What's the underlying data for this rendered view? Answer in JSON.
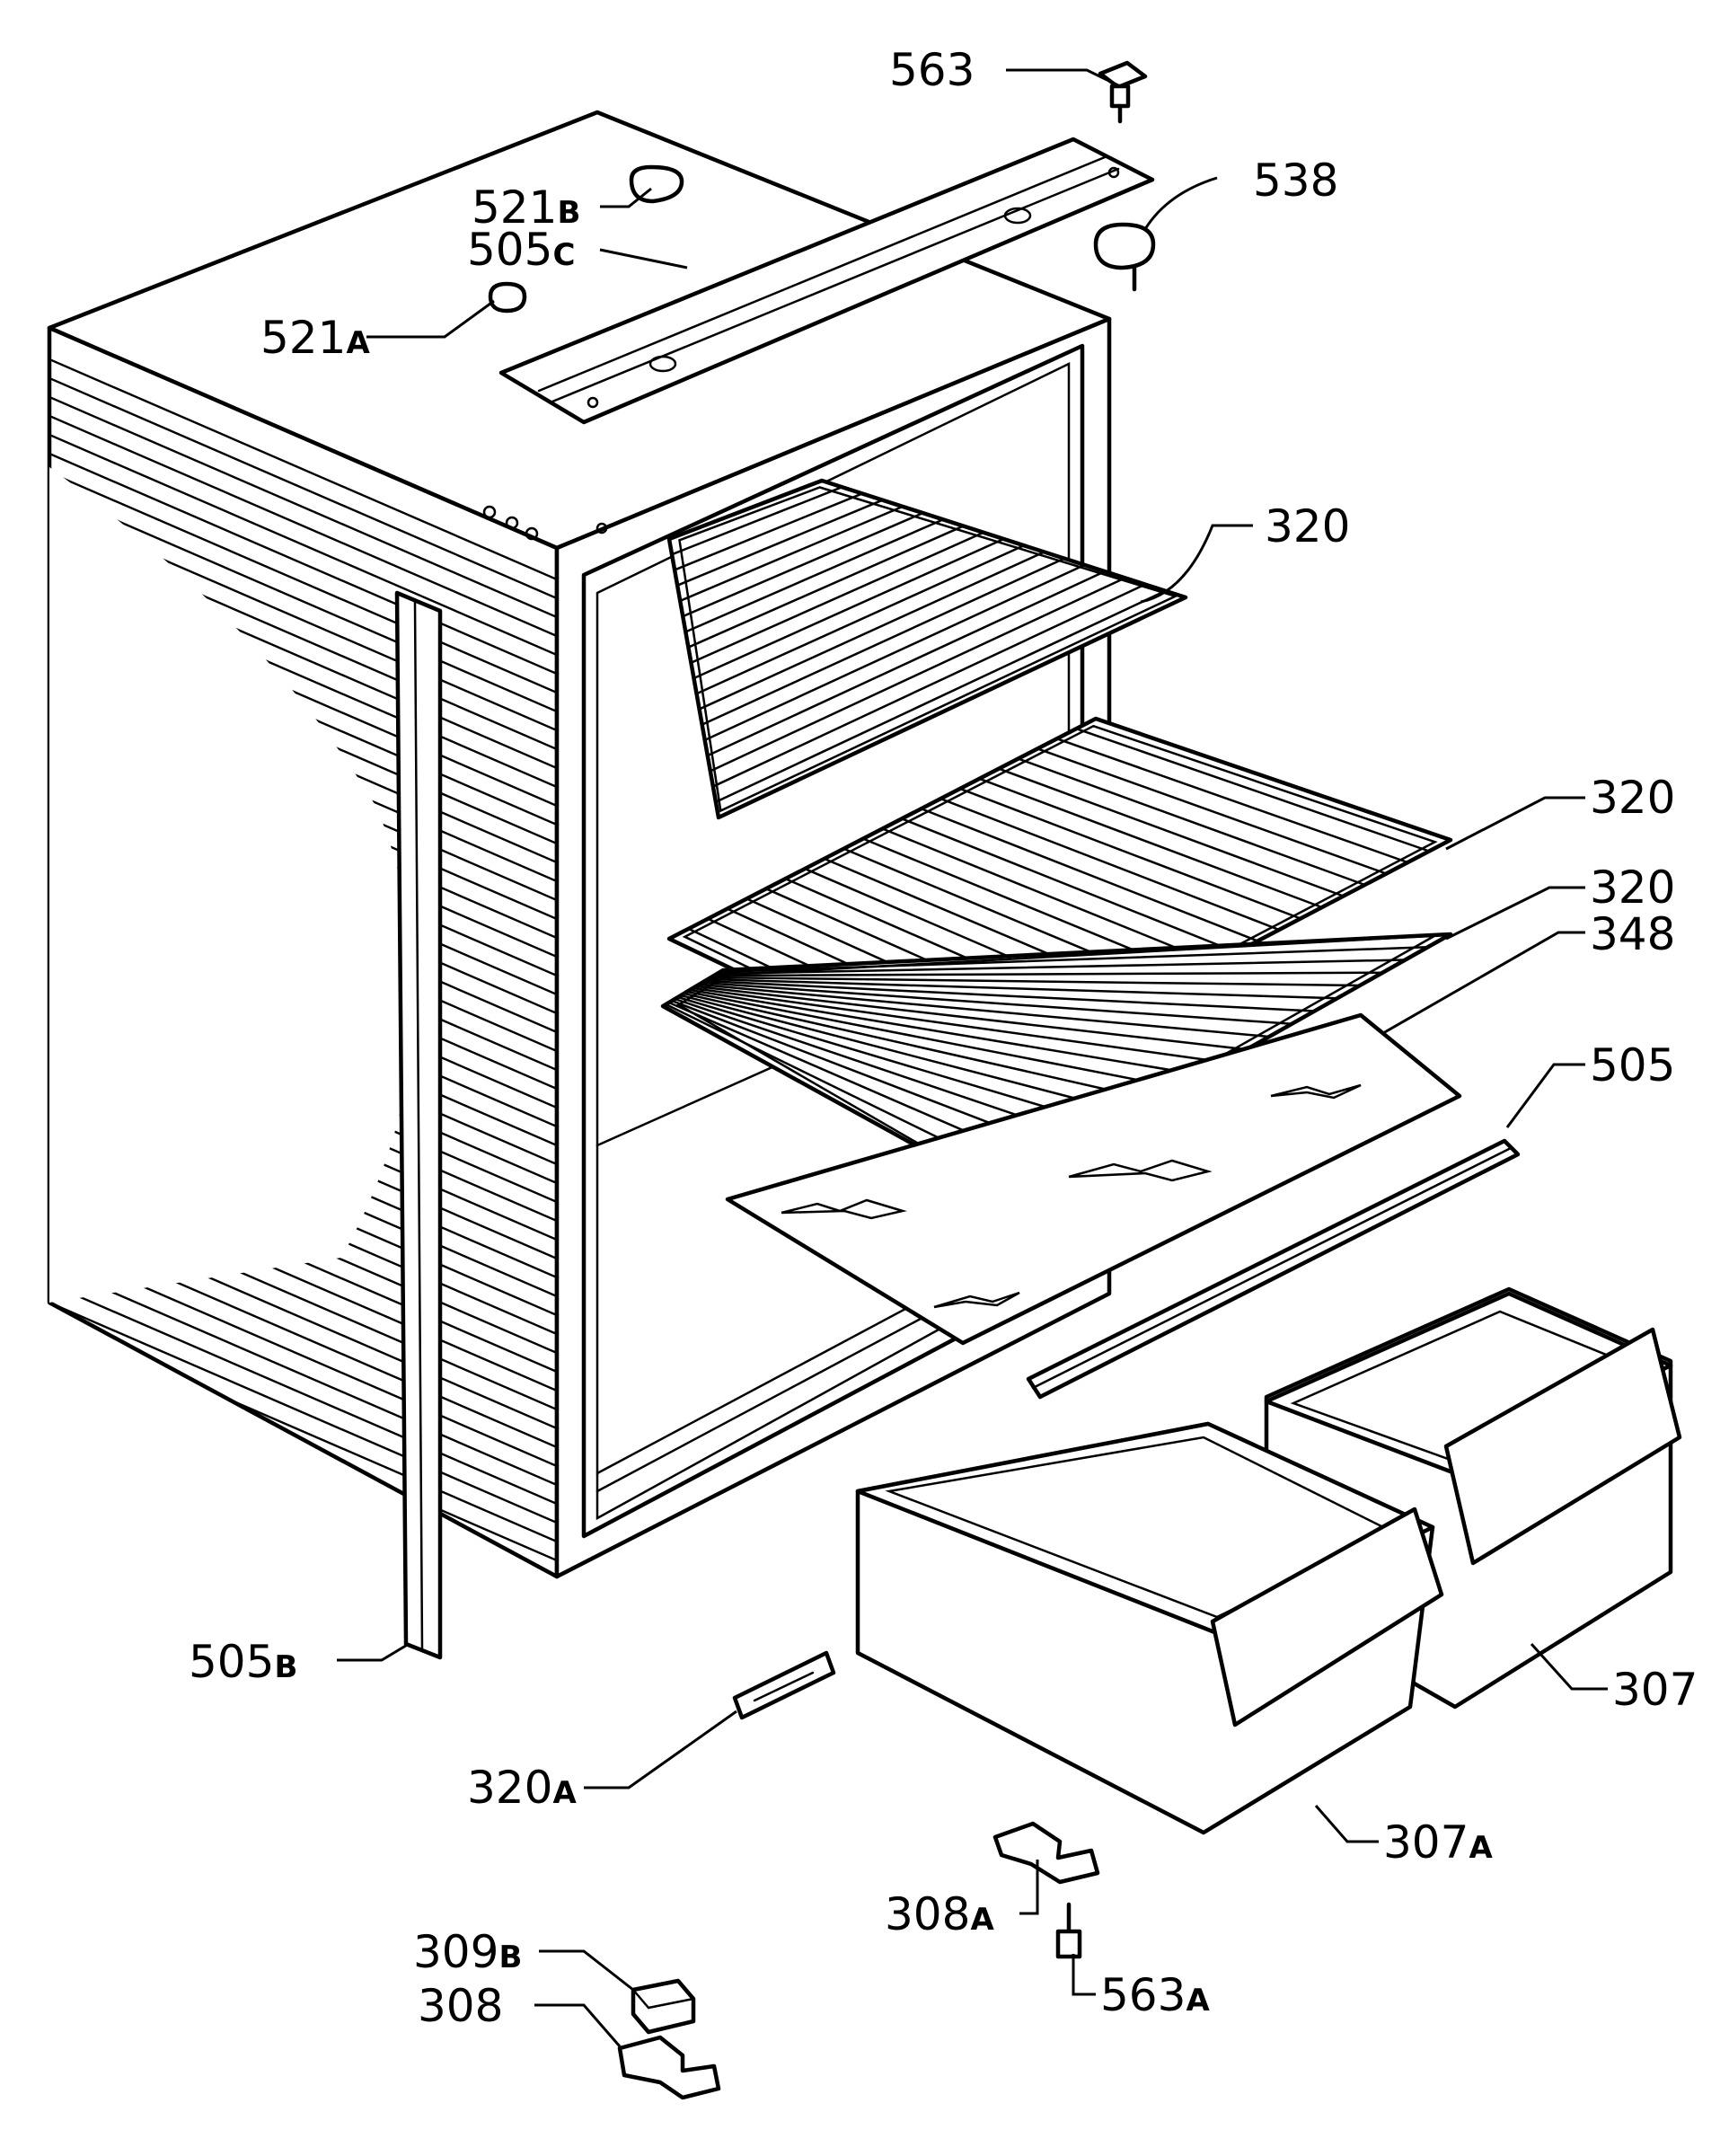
{
  "callouts": [
    {
      "id": "c563",
      "text": "563",
      "suffix": ""
    },
    {
      "id": "c521b",
      "text": "521",
      "suffix": "B"
    },
    {
      "id": "c538",
      "text": "538",
      "suffix": ""
    },
    {
      "id": "c505c",
      "text": "505",
      "suffix": "C"
    },
    {
      "id": "c521a",
      "text": "521",
      "suffix": "A"
    },
    {
      "id": "c320t",
      "text": "320",
      "suffix": ""
    },
    {
      "id": "c320m",
      "text": "320",
      "suffix": ""
    },
    {
      "id": "c320l",
      "text": "320",
      "suffix": ""
    },
    {
      "id": "c348",
      "text": "348",
      "suffix": ""
    },
    {
      "id": "c505",
      "text": "505",
      "suffix": ""
    },
    {
      "id": "c505b",
      "text": "505",
      "suffix": "B"
    },
    {
      "id": "c307",
      "text": "307",
      "suffix": ""
    },
    {
      "id": "c320a",
      "text": "320",
      "suffix": "A"
    },
    {
      "id": "c307a",
      "text": "307",
      "suffix": "A"
    },
    {
      "id": "c308a",
      "text": "308",
      "suffix": "A"
    },
    {
      "id": "c563a",
      "text": "563",
      "suffix": "A"
    },
    {
      "id": "c309b",
      "text": "309",
      "suffix": "B"
    },
    {
      "id": "c308",
      "text": "308",
      "suffix": ""
    }
  ]
}
